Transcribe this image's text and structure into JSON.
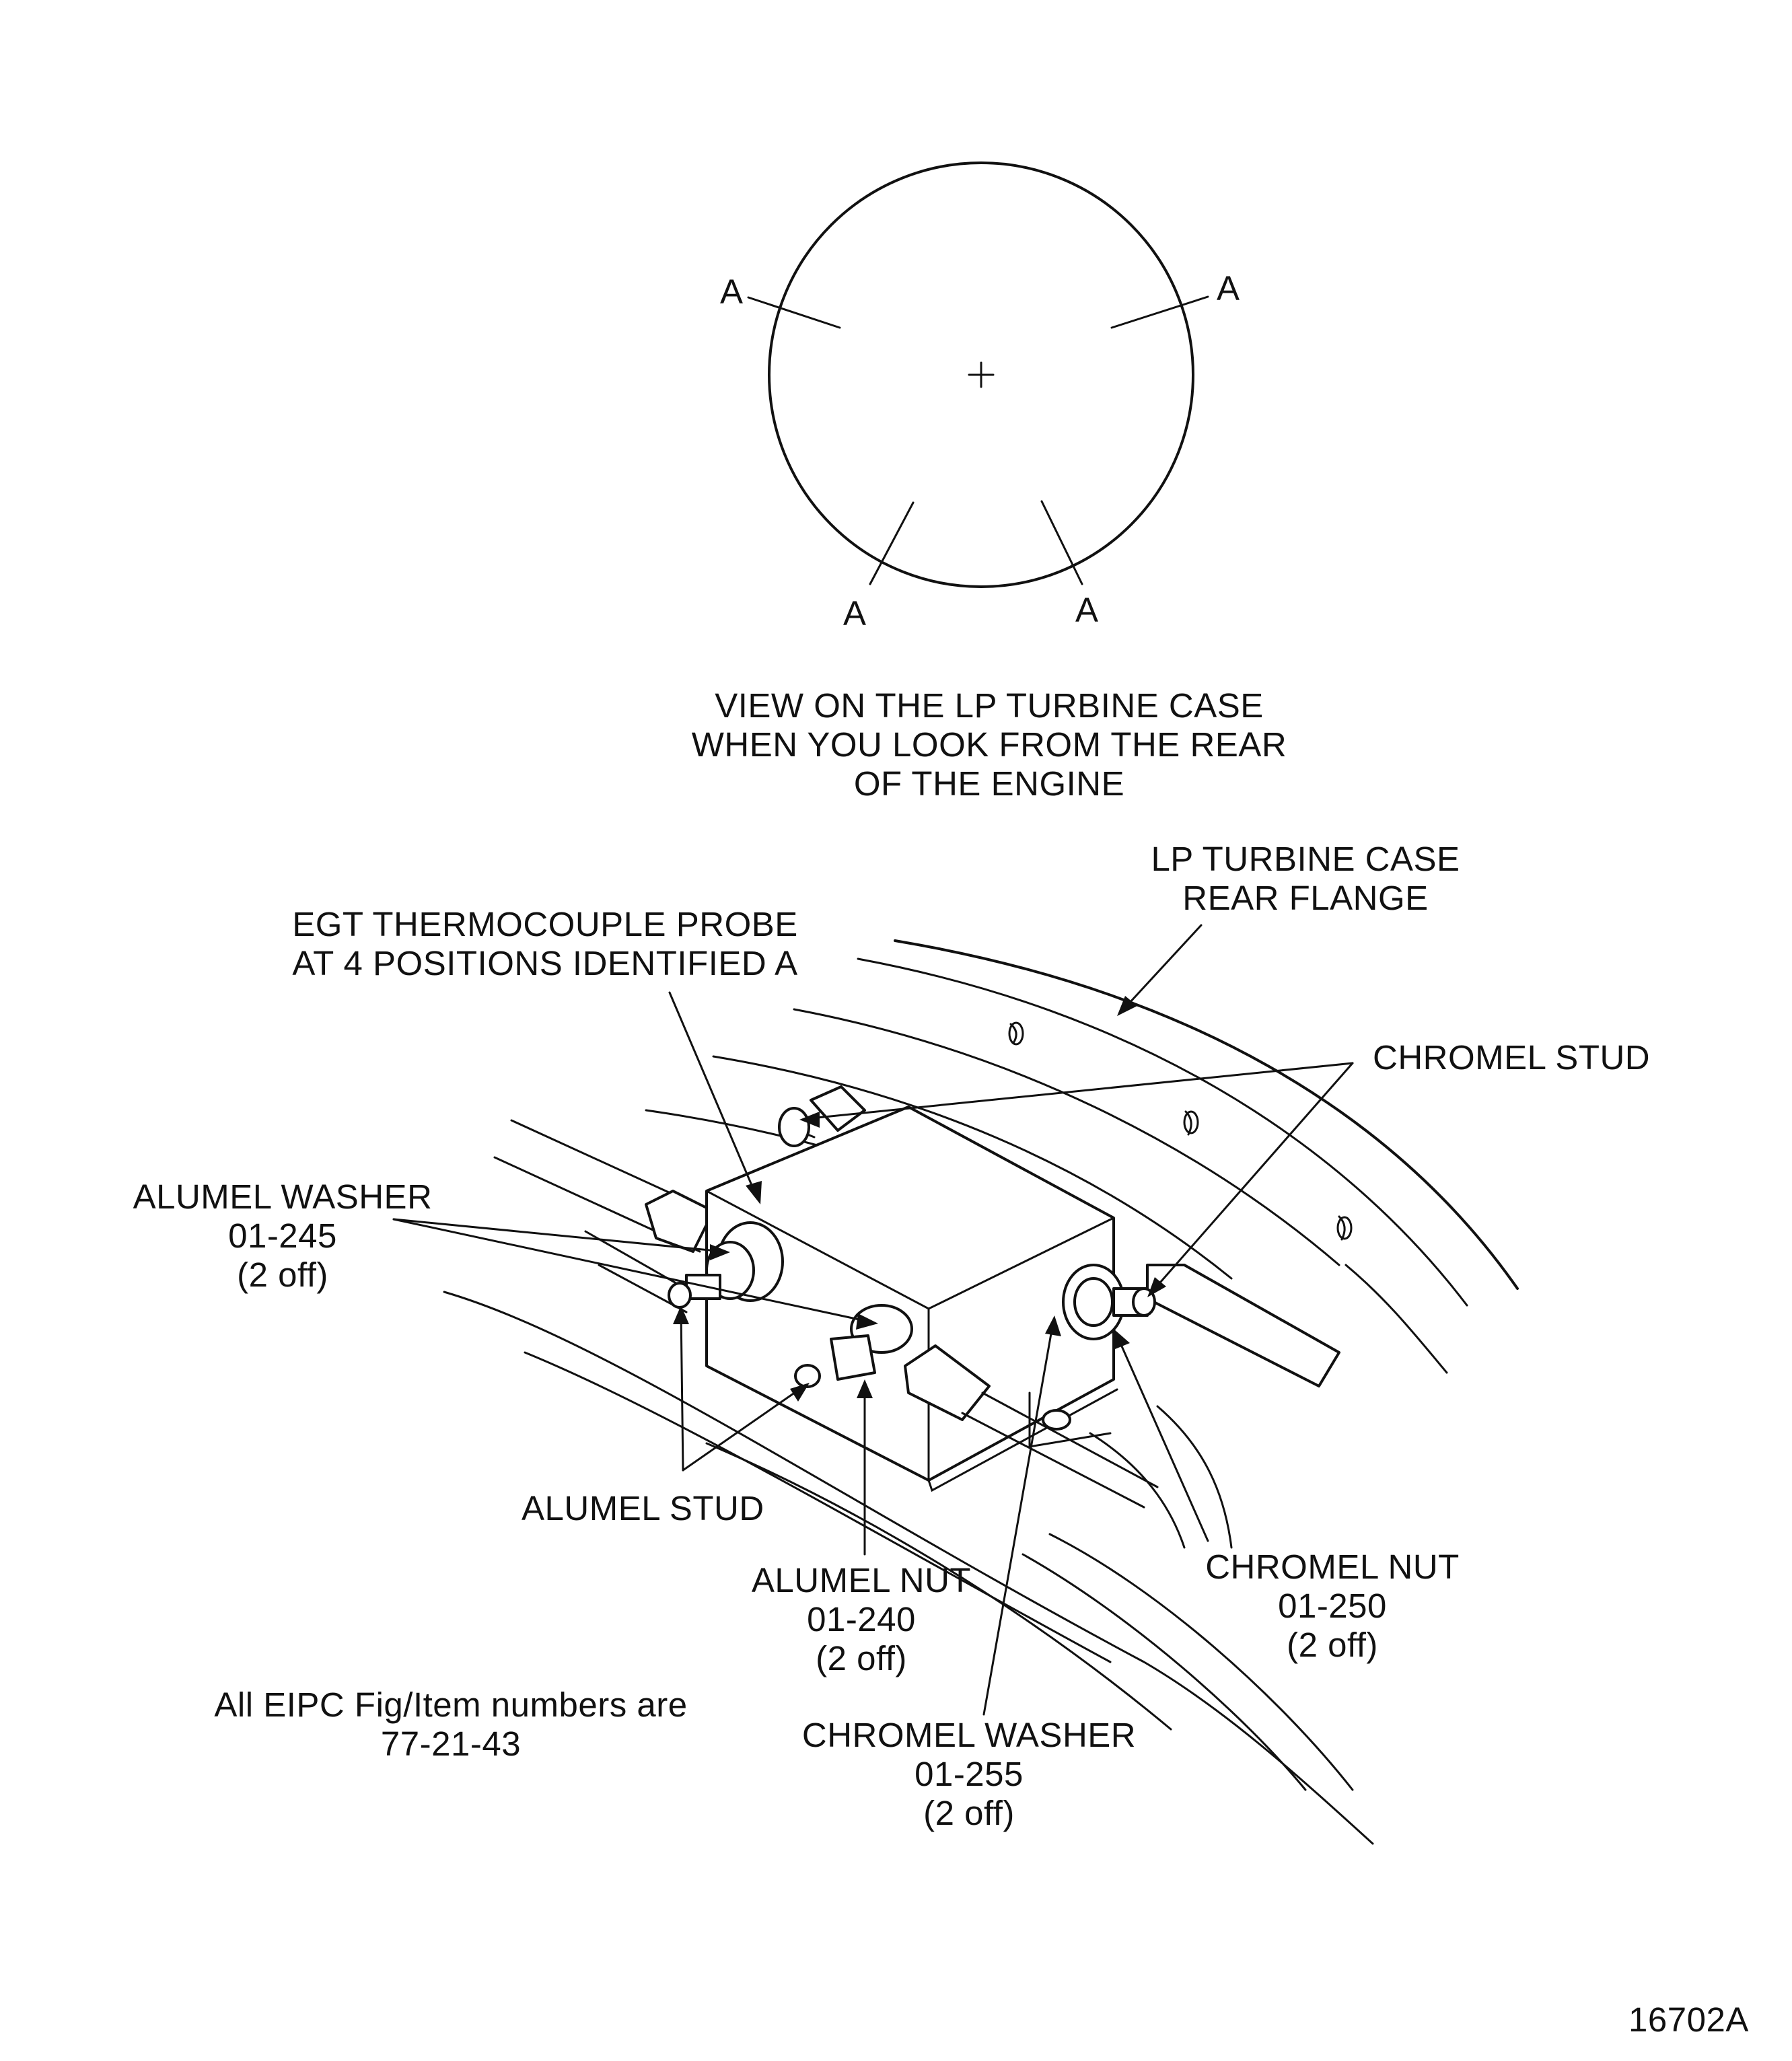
{
  "circle_view": {
    "position_markers": [
      "A",
      "A",
      "A",
      "A"
    ],
    "caption": [
      "VIEW ON THE LP TURBINE CASE",
      "WHEN YOU LOOK FROM THE REAR",
      "OF THE ENGINE"
    ]
  },
  "labels": {
    "rear_flange": [
      "LP TURBINE CASE",
      "REAR FLANGE"
    ],
    "probe": [
      "EGT THERMOCOUPLE PROBE",
      "AT 4 POSITIONS IDENTIFIED  A"
    ],
    "chromel_stud": "CHROMEL STUD",
    "alumel_washer": [
      "ALUMEL WASHER",
      "01-245",
      "(2 off)"
    ],
    "alumel_stud": "ALUMEL STUD",
    "alumel_nut": [
      "ALUMEL NUT",
      "01-240",
      "(2 off)"
    ],
    "chromel_nut": [
      "CHROMEL NUT",
      "01-250",
      "(2 off)"
    ],
    "chromel_washer": [
      "CHROMEL WASHER",
      "01-255",
      "(2 off)"
    ]
  },
  "note": [
    "All EIPC Fig/Item numbers are",
    "77-21-43"
  ],
  "figure_id": "16702A"
}
